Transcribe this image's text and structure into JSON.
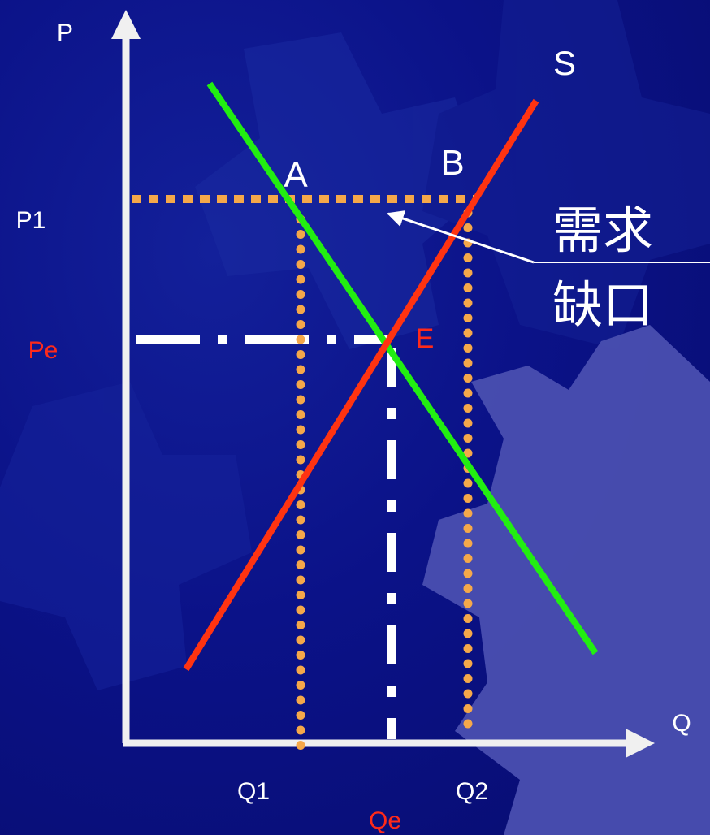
{
  "axes": {
    "y_label": "P",
    "x_label": "Q"
  },
  "curves": {
    "supply_label": "S",
    "demand_color": "#22ee11",
    "supply_color": "#ff3311"
  },
  "points": {
    "a": "A",
    "b": "B",
    "e": "E"
  },
  "price_labels": {
    "p1": "P1",
    "pe": "Pe"
  },
  "quantity_labels": {
    "q1": "Q1",
    "q2": "Q2",
    "qe": "Qe"
  },
  "annotation": {
    "line1": "需求",
    "line2": "缺口"
  },
  "colors": {
    "background": "#0b1288",
    "gear": "#3b3fa8",
    "axis": "#f0f0f0",
    "guide_dots": "#f5a84a",
    "equilibrium_guides": "#ffffff",
    "equilibrium_text": "#ff2a1a",
    "text": "#ffffff"
  }
}
